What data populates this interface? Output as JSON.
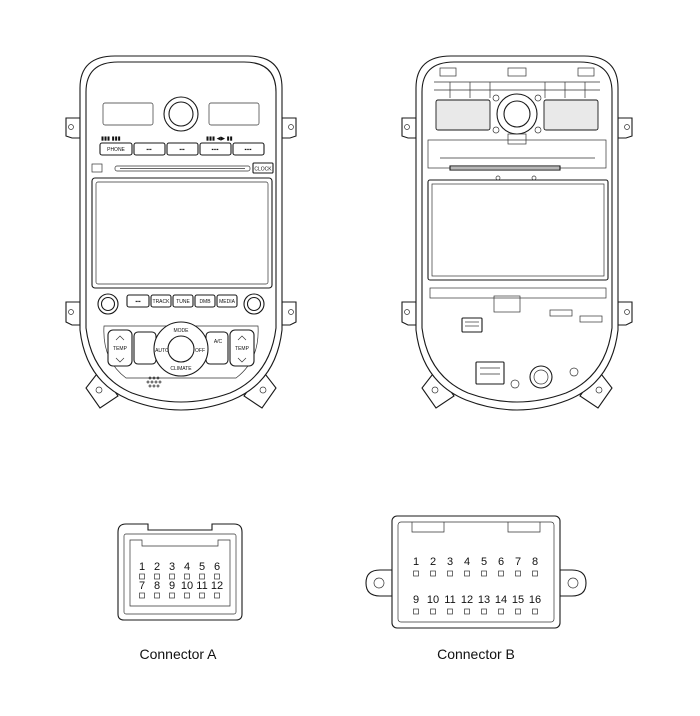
{
  "front_unit": {
    "buttons_top": [
      "PHONE",
      "",
      "",
      "",
      ""
    ],
    "clock_label": "CLOCK",
    "buttons_mid": [
      "",
      "TRACK",
      "TUNE",
      "DMB",
      "MEDIA"
    ],
    "climate": {
      "mode": "MODE",
      "auto": "AUTO",
      "off": "OFF",
      "ac": "A/C",
      "climate": "CLIMATE",
      "temp_left": "TEMP",
      "temp_right": "TEMP"
    }
  },
  "connector_a": {
    "caption": "Connector A",
    "row1": [
      "1",
      "2",
      "3",
      "4",
      "5",
      "6"
    ],
    "row2": [
      "7",
      "8",
      "9",
      "10",
      "11",
      "12"
    ]
  },
  "connector_b": {
    "caption": "Connector B",
    "row1": [
      "1",
      "2",
      "3",
      "4",
      "5",
      "6",
      "7",
      "8"
    ],
    "row2": [
      "9",
      "10",
      "11",
      "12",
      "13",
      "14",
      "15",
      "16"
    ]
  }
}
